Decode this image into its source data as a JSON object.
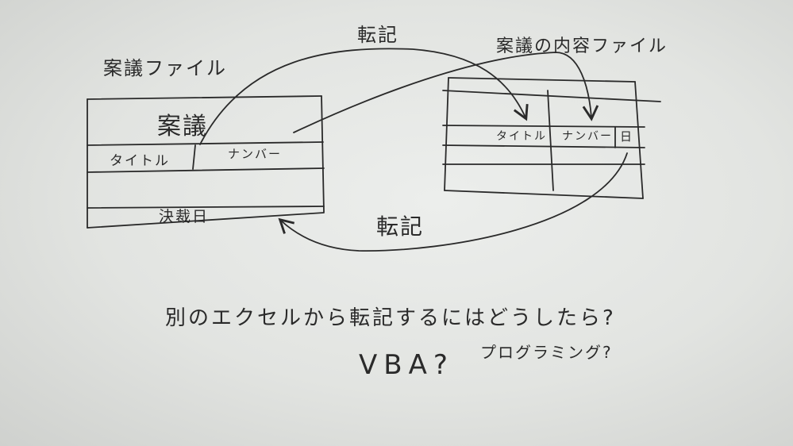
{
  "left_file": {
    "label": "案議ファイル",
    "header": "案議",
    "title_cell": "タイトル",
    "number_cell": "ナンバー",
    "decision_date_cell": "決裁日"
  },
  "right_file": {
    "label": "案議の内容ファイル",
    "title_cell": "タイトル",
    "number_cell": "ナンバー",
    "date_cell": "日"
  },
  "arrows": {
    "top_label": "転記",
    "bottom_label": "転記"
  },
  "question": {
    "line1": "別のエクセルから転記するにはどうしたら?",
    "line2_vba": "VBA?",
    "line2_programming": "プログラミング?"
  },
  "colors": {
    "ink": "#2a2a2a",
    "paper": "#e6e8e5"
  }
}
